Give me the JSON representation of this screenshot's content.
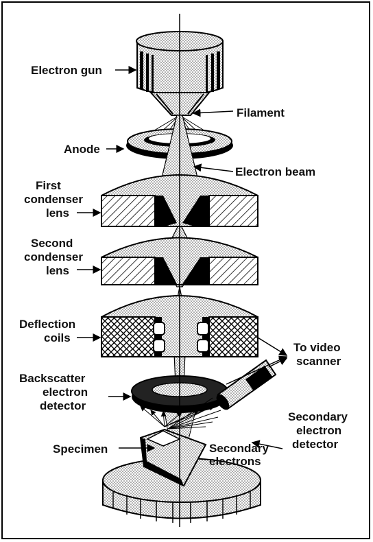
{
  "labels": {
    "electron_gun": "Electron gun",
    "filament": "Filament",
    "anode": "Anode",
    "electron_beam": "Electron beam",
    "first_condenser_lens": [
      "First",
      "condenser",
      "lens"
    ],
    "second_condenser_lens": [
      "Second",
      "condenser",
      "lens"
    ],
    "deflection_coils": [
      "Deflection",
      "coils"
    ],
    "to_video_scanner": [
      "To video",
      "scanner"
    ],
    "backscatter_detector": [
      "Backscatter",
      "electron",
      "detector"
    ],
    "secondary_detector": [
      "Secondary",
      "electron",
      "detector"
    ],
    "specimen": "Specimen",
    "secondary_electrons": [
      "Secondary",
      "electrons"
    ]
  },
  "colors": {
    "ink": "#000000",
    "stipple": "#bdbdbd",
    "background": "#ffffff"
  }
}
